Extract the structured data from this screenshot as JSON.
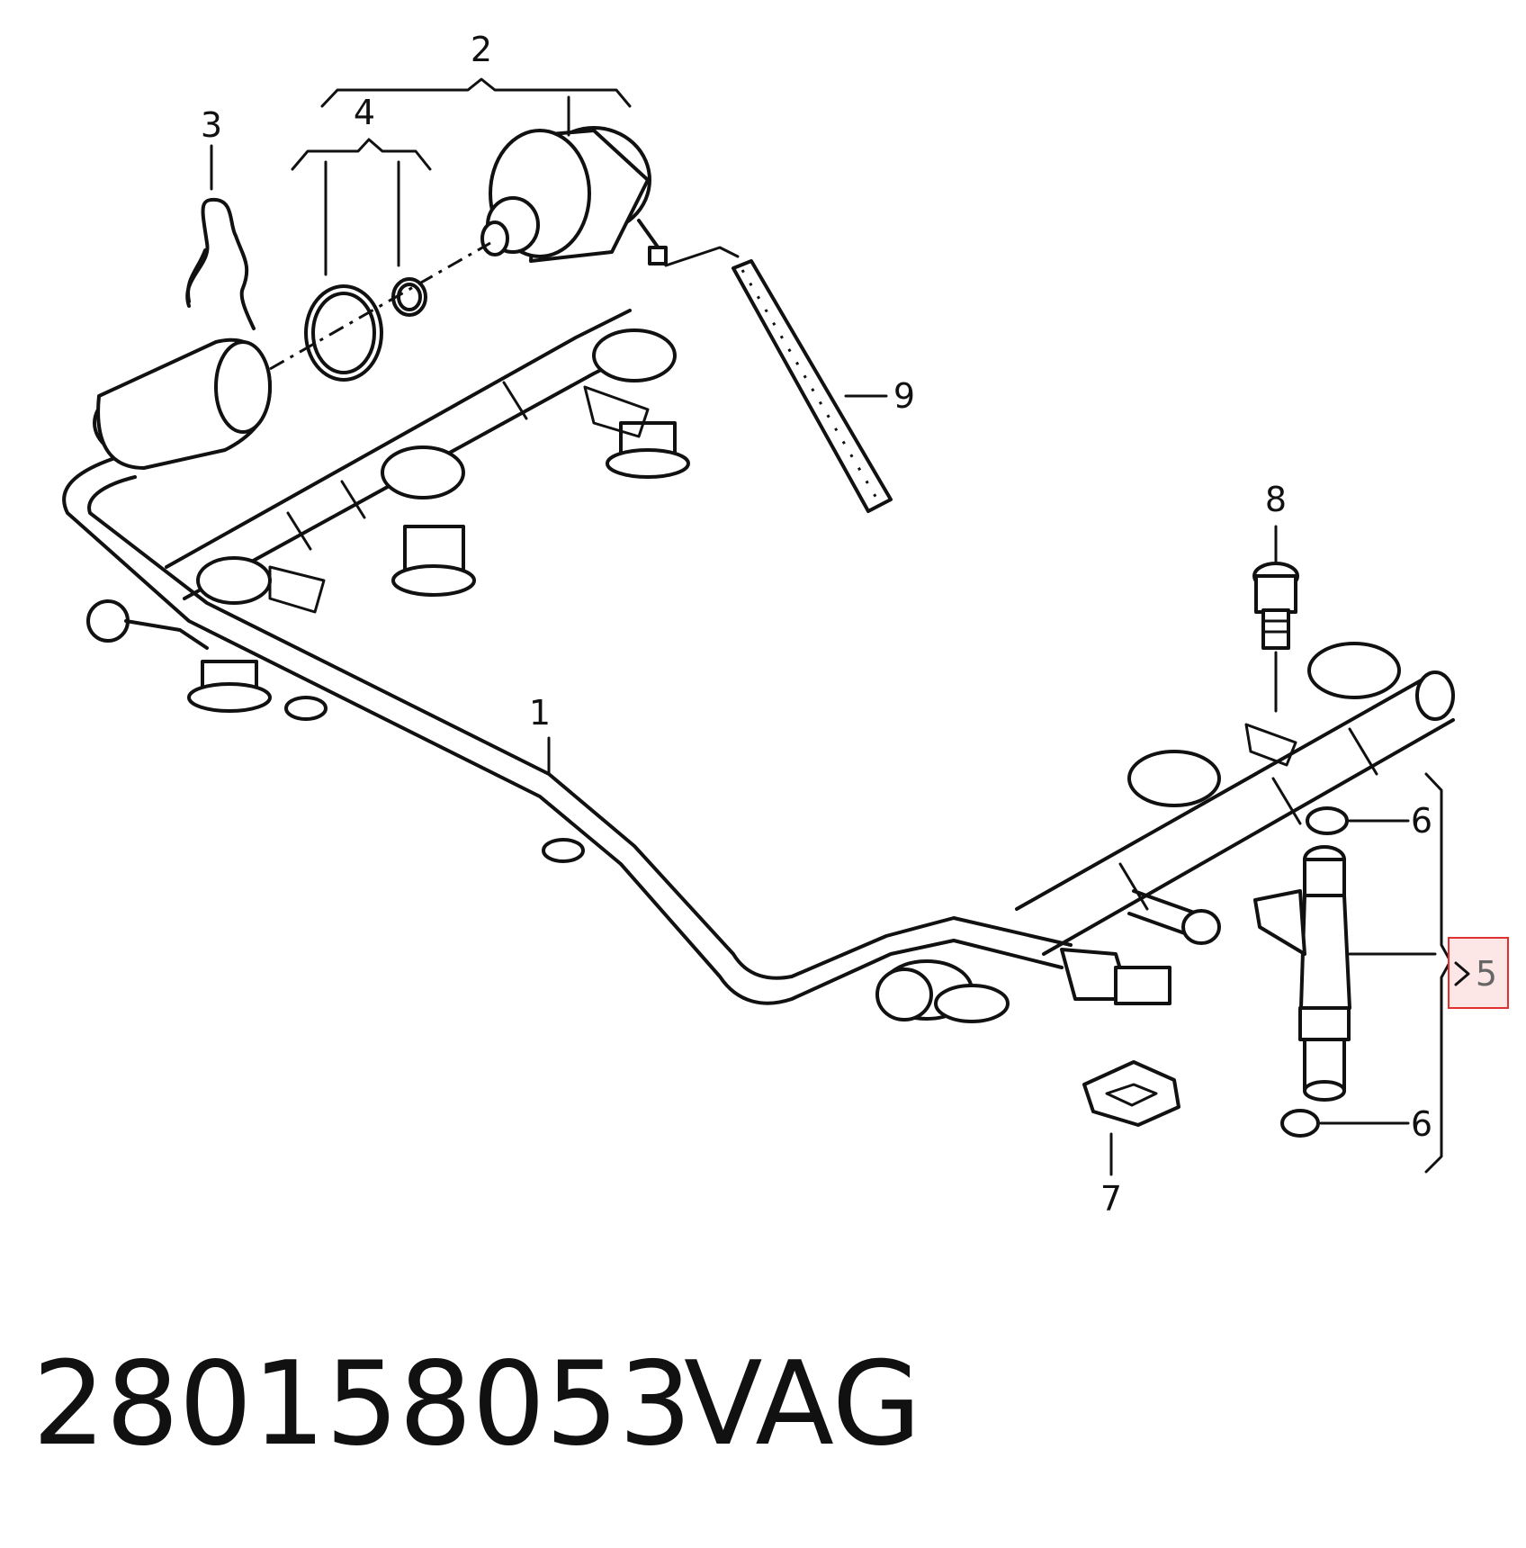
{
  "callouts": {
    "c1": "1",
    "c2": "2",
    "c3": "3",
    "c4": "4",
    "c5": "5",
    "c6a": "6",
    "c6b": "6",
    "c7": "7",
    "c8": "8",
    "c9": "9"
  },
  "highlight_color": "#e03030",
  "footer": {
    "part_number": "280158053",
    "brand": "VAG"
  }
}
